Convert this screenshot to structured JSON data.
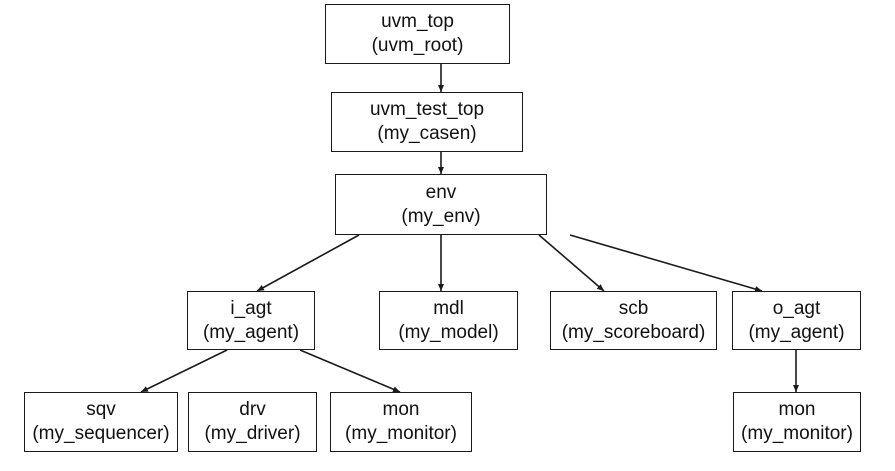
{
  "diagram": {
    "line_color": "#1a1a1a",
    "nodes": {
      "uvm_top": {
        "name": "uvm_top",
        "type": "(uvm_root)"
      },
      "uvm_test_top": {
        "name": "uvm_test_top",
        "type": "(my_casen)"
      },
      "env": {
        "name": "env",
        "type": "(my_env)"
      },
      "i_agt": {
        "name": "i_agt",
        "type": "(my_agent)"
      },
      "mdl": {
        "name": "mdl",
        "type": "(my_model)"
      },
      "scb": {
        "name": "scb",
        "type": "(my_scoreboard)"
      },
      "o_agt": {
        "name": "o_agt",
        "type": "(my_agent)"
      },
      "sqv": {
        "name": "sqv",
        "type": "(my_sequencer)"
      },
      "drv": {
        "name": "drv",
        "type": "(my_driver)"
      },
      "i_mon": {
        "name": "mon",
        "type": "(my_monitor)"
      },
      "o_mon": {
        "name": "mon",
        "type": "(my_monitor)"
      }
    },
    "edges": [
      [
        "uvm_top",
        "uvm_test_top"
      ],
      [
        "uvm_test_top",
        "env"
      ],
      [
        "env",
        "i_agt"
      ],
      [
        "env",
        "mdl"
      ],
      [
        "env",
        "scb"
      ],
      [
        "env",
        "o_agt"
      ],
      [
        "i_agt",
        "sqv"
      ],
      [
        "i_agt",
        "i_mon"
      ],
      [
        "o_agt",
        "o_mon"
      ]
    ]
  }
}
